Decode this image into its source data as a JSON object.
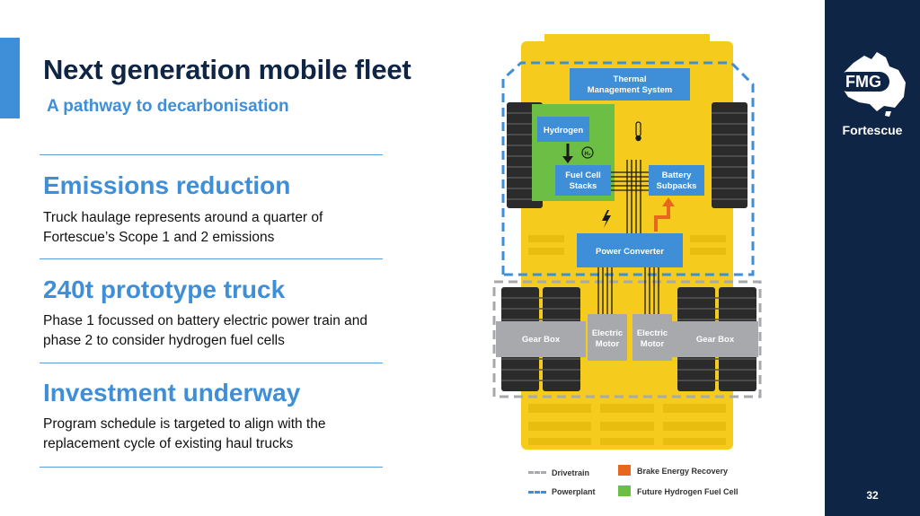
{
  "header": {
    "title": "Next generation mobile fleet",
    "subtitle": "A pathway to decarbonisation"
  },
  "sections": [
    {
      "heading": "Emissions reduction",
      "body": "Truck haulage represents around a quarter of Fortescue’s Scope 1 and 2 emissions"
    },
    {
      "heading": "240t prototype truck",
      "body": "Phase 1 focussed on battery electric power train and phase 2 to consider hydrogen fuel cells"
    },
    {
      "heading": "Investment underway",
      "body": "Program schedule is targeted to align with the replacement cycle of existing haul trucks"
    }
  ],
  "diagram": {
    "thermal": {
      "line1": "Thermal",
      "line2": "Management System"
    },
    "hydrogen": "Hydrogen",
    "fuel_cell": {
      "line1": "Fuel Cell",
      "line2": "Stacks"
    },
    "battery": {
      "line1": "Battery",
      "line2": "Subpacks"
    },
    "power_converter": "Power Converter",
    "gearbox_left": "Gear Box",
    "gearbox_right": "Gear Box",
    "motor_left": {
      "line1": "Electric",
      "line2": "Motor"
    },
    "motor_right": {
      "line1": "Electric",
      "line2": "Motor"
    },
    "h2_symbol": "H₂",
    "colors": {
      "truck": "#f5cc1e",
      "truck_dark": "#e8bd10",
      "component": "#3f8fd8",
      "hydrogen_green": "#6cbf44",
      "brake_orange": "#e8671f",
      "drivetrain_gray": "#a7a9ac",
      "tyre": "#2b2b2b"
    }
  },
  "legend": {
    "drivetrain": "Drivetrain",
    "powerplant": "Powerplant",
    "brake": "Brake Energy Recovery",
    "hydrogen": "Future Hydrogen Fuel Cell"
  },
  "brand": {
    "logo_text": "FMG",
    "name": "Fortescue"
  },
  "page_number": "32"
}
